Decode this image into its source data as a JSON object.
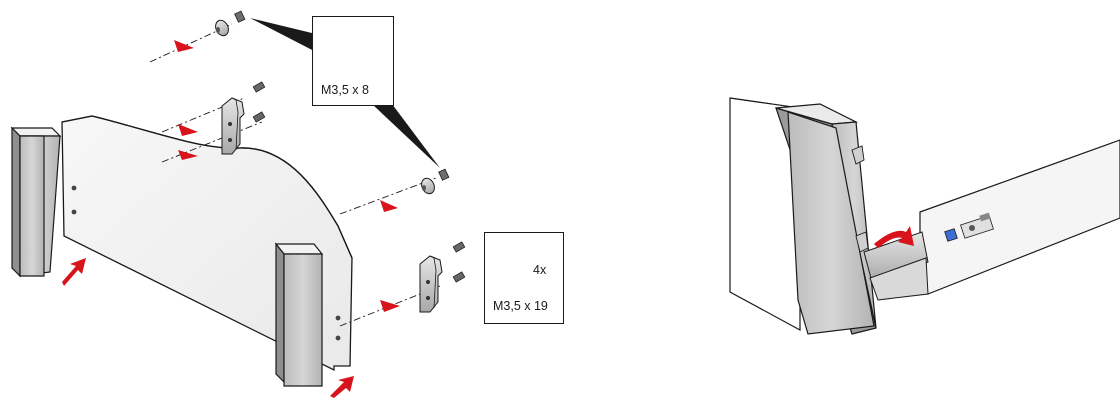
{
  "colors": {
    "arrow_red": "#d8131b",
    "line_dark": "#1a1a1a",
    "wood_light": "#f4f4f4",
    "wood_side": "#bdbdbd",
    "metal": "#c9c9c9"
  },
  "callouts": {
    "screw_short": {
      "label": "M3,5 x 8",
      "icon": "countersunk-screw-icon"
    },
    "screw_long": {
      "quantity": "4x",
      "label": "M3,5 x 19",
      "icon": "countersunk-screw-icon"
    }
  },
  "accessory_icons": {
    "drawer_slide_lock": "drawer-front-lock-icon"
  }
}
